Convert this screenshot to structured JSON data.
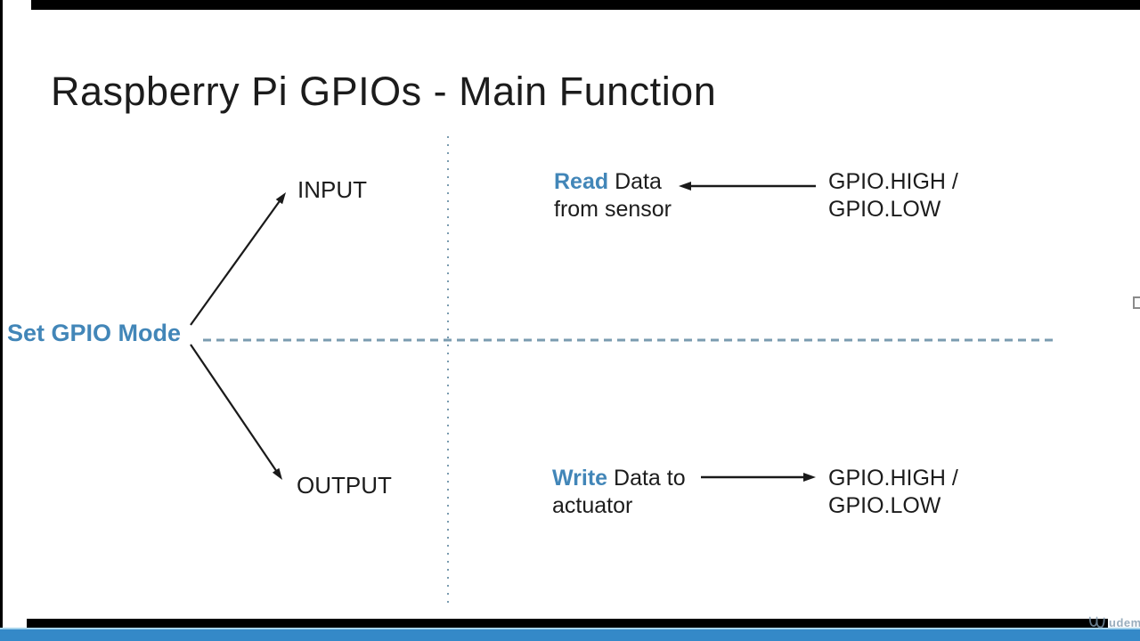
{
  "slide": {
    "title": "Raspberry Pi GPIOs - Main Function",
    "root_label": "Set GPIO Mode",
    "branches": {
      "input": "INPUT",
      "output": "OUTPUT"
    },
    "read": {
      "accent": "Read",
      "rest": " Data",
      "line2": "from sensor",
      "target_line1": "GPIO.HIGH /",
      "target_line2": "GPIO.LOW"
    },
    "write": {
      "accent": "Write",
      "rest": " Data to",
      "line2": "actuator",
      "target_line1": "GPIO.HIGH /",
      "target_line2": "GPIO.LOW"
    }
  },
  "watermark": {
    "text": "udemy"
  },
  "colors": {
    "accent_blue": "#4286b8",
    "line_blue": "#7b9cb0",
    "bar_blue": "#3489c8",
    "bar_edge": "#a6d4ec",
    "ink": "#1a1a1a",
    "watermark": "#8099ad"
  }
}
